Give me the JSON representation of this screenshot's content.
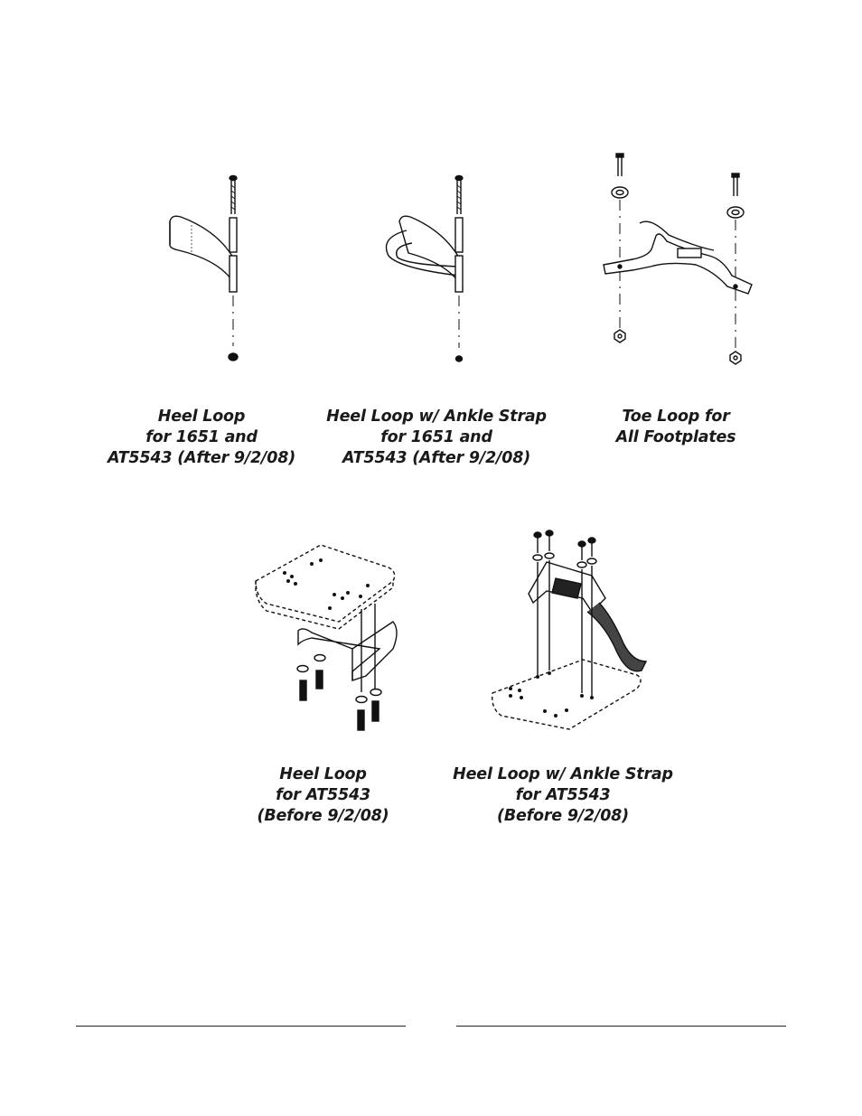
{
  "figures": [
    {
      "id": "heel-loop-1651",
      "caption": [
        "Heel Loop",
        "for 1651 and",
        "AT5543 (After 9/2/08)"
      ]
    },
    {
      "id": "heel-loop-ankle-1651",
      "caption": [
        "Heel Loop w/ Ankle Strap",
        "for 1651 and",
        "AT5543 (After 9/2/08)"
      ]
    },
    {
      "id": "toe-loop",
      "caption": [
        "Toe Loop for",
        "All Footplates"
      ]
    },
    {
      "id": "heel-loop-at5543",
      "caption": [
        "Heel Loop",
        "for AT5543",
        "(Before 9/2/08)"
      ]
    },
    {
      "id": "heel-loop-ankle-at5543",
      "caption": [
        "Heel Loop w/ Ankle Strap",
        "for AT5543",
        "(Before 9/2/08)"
      ]
    }
  ]
}
